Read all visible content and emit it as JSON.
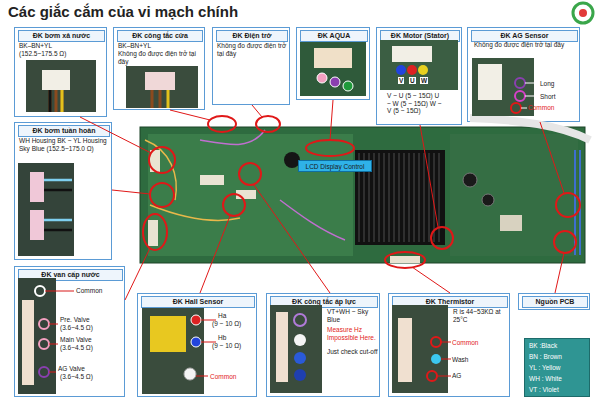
{
  "diagram": {
    "title": "Các giắc cắm của vi mạch chính",
    "nodes": [
      {
        "text": [
          "ĐK bơm xả nước",
          "BK–BN+YL (152.5~175.5 Ω)"
        ]
      },
      {
        "text": [
          "ĐK công tắc cửa",
          "BK–BN+YL",
          "Không đo được điện trở tại đây"
        ]
      },
      {
        "text": [
          "ĐK Điện trở",
          "Không đo được điện trở tại đây"
        ]
      },
      {
        "text": [
          "ĐK AQUA"
        ]
      },
      {
        "text": [
          "ĐK Motor (Stator)",
          "V ~ U (5 ~ 15Ω) U ~ W (5 ~ 15Ω) W ~ V (5 ~ 15Ω)"
        ]
      },
      {
        "text": [
          "ĐK AG Sensor",
          "Không đo được điện trở tại đây"
        ]
      },
      {
        "text": [
          "ĐK bơm tuần hoàn",
          "WH Housing BK ~ YL Housing Sky Blue (152.5~175.0 Ω)"
        ]
      },
      {
        "text": [
          "ĐK van cấp nước"
        ]
      },
      {
        "text": [
          "ĐK Hall Sensor"
        ]
      },
      {
        "text": [
          "ĐK công tắc áp lực",
          "VT+WH ~ Sky Blue",
          "Measure Hz Impossible Here.",
          "Just check cut-off"
        ]
      },
      {
        "text": [
          "ĐK Thermistor",
          "R is 44~53KΩ at 25°C"
        ]
      },
      {
        "text": [
          "Nguồn PCB"
        ]
      },
      {
        "text": [
          "LCD Display Control"
        ]
      },
      {
        "text": [
          "BK :Black",
          "BN : Brown",
          "YL : Yellow",
          "WH : White",
          "VT : Violet"
        ]
      }
    ],
    "labels": [
      "V",
      "U",
      "W",
      "Long",
      "Short",
      "Common",
      "Common",
      "Pre. Valve",
      "(3.6~4.5 Ω)",
      "Main Valve",
      "(3.6~4.5 Ω)",
      "AG Valve",
      "(3.6~4.5 Ω)",
      "Ha",
      "(9 ~ 10 Ω)",
      "Hb",
      "(9 ~ 10 Ω)",
      "Common",
      "Common",
      "Wash",
      "AG"
    ]
  }
}
